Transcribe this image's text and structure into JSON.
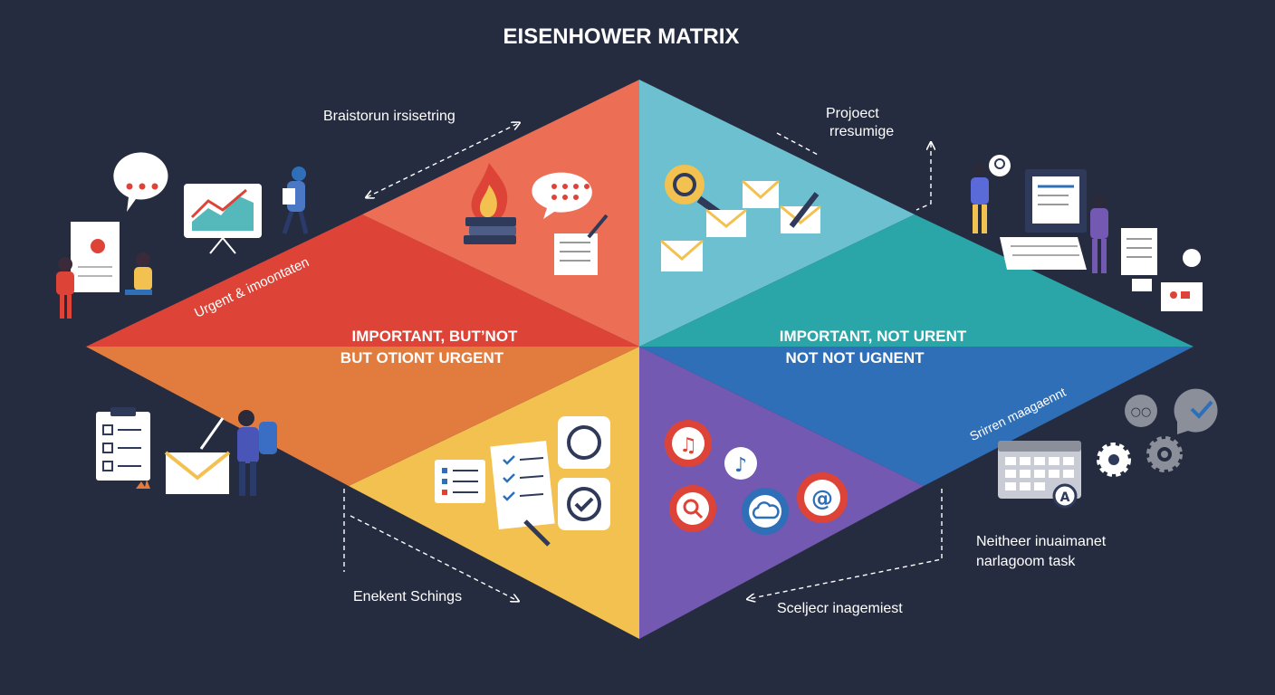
{
  "title": "EISENHOWER MATRIX",
  "colors": {
    "background": "#262c40",
    "red": "#dd4437",
    "salmon": "#ec6e54",
    "orange": "#e27c3e",
    "yellow": "#f3c14f",
    "light_teal": "#6cc0cf",
    "teal": "#2aa6a9",
    "blue": "#2f6fb8",
    "purple": "#7359b1"
  },
  "center_labels": {
    "left_line1": "IMPORTANT, BUT’NOT",
    "left_line2": "BUT OTIONT URGENT",
    "right_line1": "IMPORTANT, NOT URENT",
    "right_line2": "NOT NOT UGNENT"
  },
  "quadrant_labels": {
    "urgent": "Urgent & imoontaten",
    "system": "Srirren maagaennt"
  },
  "callouts": {
    "top_left": "Braistorun irsisetring",
    "top_right_line1": "Projoect",
    "top_right_line2": "rresumige",
    "bottom_left": "Enekent Schings",
    "bottom_right": "Sceljecr inagemiest",
    "right_line1": "Neitheer inuaimanet",
    "right_line2": "narlagoom task"
  },
  "icons": [
    "speech-bubble-icon",
    "presentation-chart-icon",
    "person-icon",
    "whiteboard-icon",
    "fire-books-icon",
    "chat-bubble-icon",
    "document-pen-icon",
    "search-icon",
    "envelope-icon",
    "pen-icon",
    "computer-icon",
    "document-icon",
    "idea-icon",
    "clipboard-icon",
    "task-list-icon",
    "checklist-icon",
    "circle-icon",
    "check-circle-icon",
    "music-icon",
    "cloud-icon",
    "at-sign-icon",
    "calendar-icon",
    "gear-icon",
    "checkmark-bubble-icon"
  ]
}
